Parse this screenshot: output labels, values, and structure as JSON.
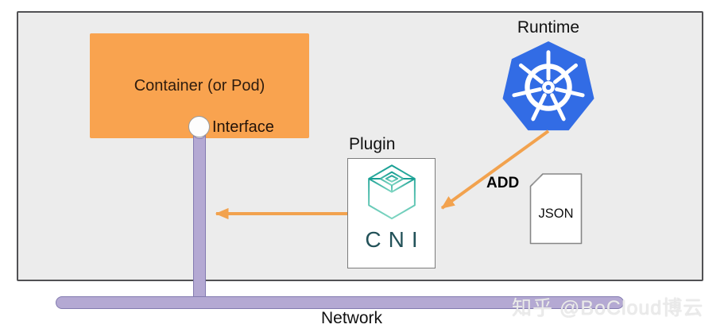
{
  "diagram": {
    "container_box": {
      "label": "Container (or Pod)"
    },
    "interface": {
      "label": "Interface"
    },
    "plugin": {
      "label": "Plugin",
      "logo_text": "CNI"
    },
    "runtime": {
      "label": "Runtime"
    },
    "add_action": {
      "label": "ADD"
    },
    "config_file": {
      "label": "JSON"
    },
    "network": {
      "label": "Network"
    }
  },
  "watermark": {
    "text": "知乎 @BoCloud博云"
  },
  "colors": {
    "panel_bg": "#ececec",
    "panel_border": "#515154",
    "container_orange": "#f9a34f",
    "network_purple": "#b4a9d3",
    "purple_border": "#837bb0",
    "arrow_orange": "#f2a24e",
    "kubernetes_blue": "#326ce5",
    "cni_teal_dark": "#169e93",
    "cni_teal_light": "#7fd6c2",
    "cni_text_color": "#235259"
  }
}
